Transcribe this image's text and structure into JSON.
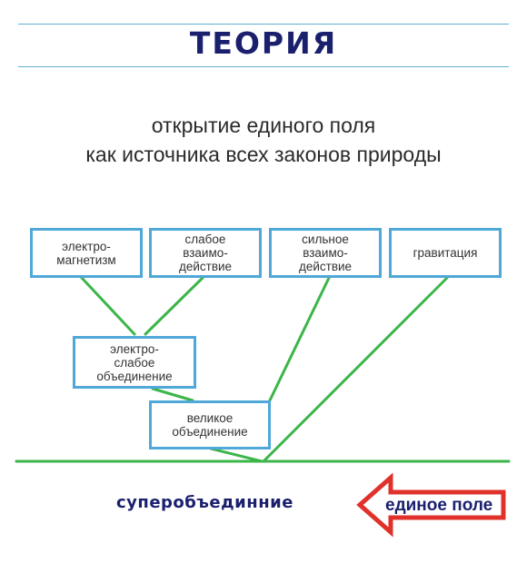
{
  "header": {
    "title": "ТЕОРИЯ"
  },
  "subtitle": {
    "line1": "открытие единого поля",
    "line2": "как источника всех законов природы"
  },
  "forces": {
    "electromagnetism": "электро-\nмагнетизм",
    "weak": "слабое\nвзаимо-\nдействие",
    "strong": "сильное\nвзаимо-\nдействие",
    "gravity": "гравитация"
  },
  "unifications": {
    "electroweak": "электро-\nслабое\nобъединение",
    "grand": "великое\nобъединение"
  },
  "footer": {
    "superunification": "суперобъединние",
    "unified_field": "единое поле"
  },
  "colors": {
    "title": "#1a1f6e",
    "box_border": "#4fa8d8",
    "connector": "#3cb54a",
    "arrow_outline": "#e0312b",
    "rule": "#5fb0d0"
  }
}
